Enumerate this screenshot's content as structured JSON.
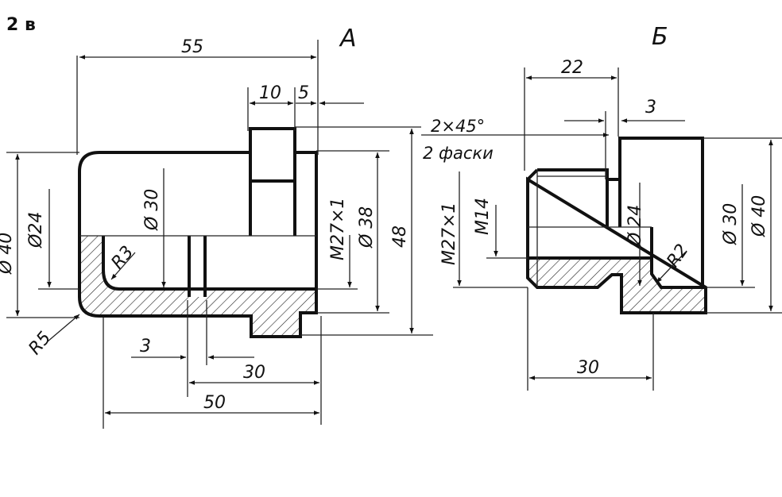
{
  "variant_label": "2 в",
  "views": [
    {
      "label": "А",
      "dimensions": {
        "len_55": "55",
        "len_10": "10",
        "len_5": "5",
        "dia_40": "Ø 40",
        "dia_24": "Ø24",
        "dia_30": "Ø 30",
        "thread": "M27×1",
        "dia_38": "Ø 38",
        "len_48": "48",
        "rad_3": "R3",
        "rad_5": "R5",
        "len_3": "3",
        "len_30": "30",
        "len_50": "50"
      }
    },
    {
      "label": "Б",
      "dimensions": {
        "len_22": "22",
        "len_3": "3",
        "chamfer": "2×45°",
        "chamfer_note": "2 фаски",
        "thread_27": "M27×1",
        "thread_14": "M14",
        "dia_24": "Ø 24",
        "rad_2": "R2",
        "dia_30": "Ø 30",
        "dia_40": "Ø 40",
        "len_30": "30"
      }
    }
  ]
}
